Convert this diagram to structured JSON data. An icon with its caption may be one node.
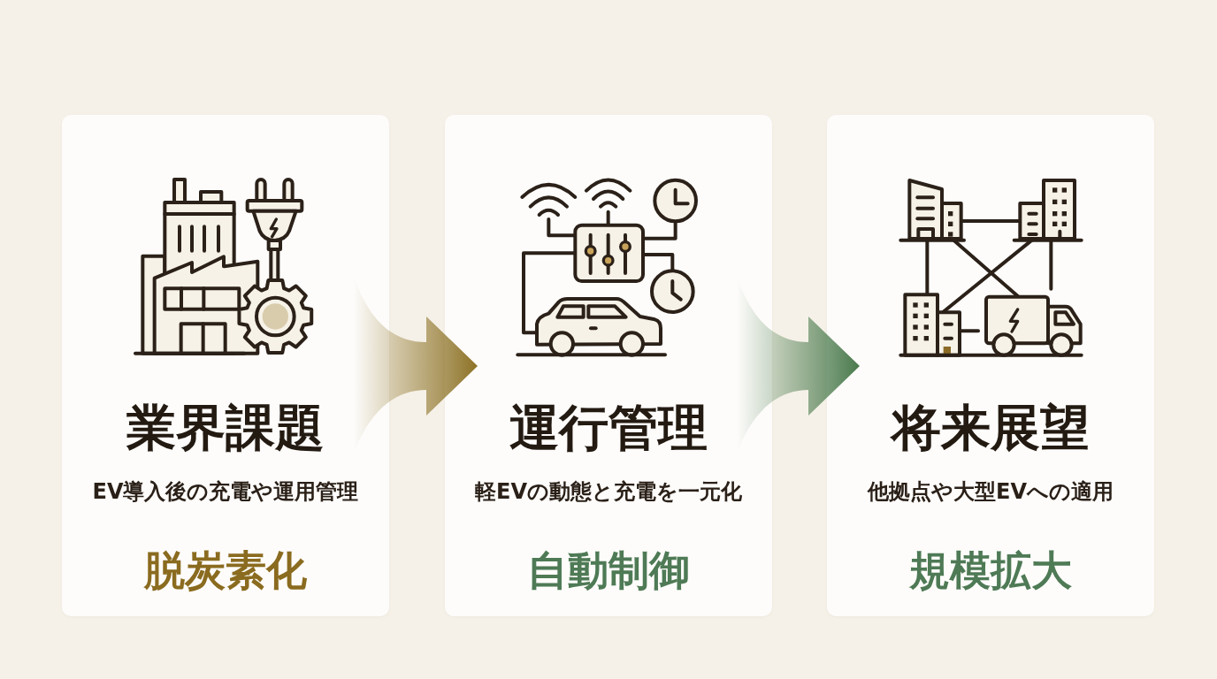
{
  "diagram": {
    "nodes": [
      {
        "text": [
          "業界課題",
          "EV導入後の充電や運用管理",
          "脱炭素化"
        ]
      },
      {
        "text": [
          "運行管理",
          "軽EVの動態と充電を一元化",
          "自動制御"
        ]
      },
      {
        "text": [
          "将来展望",
          "他拠点や大型EVへの適用",
          "規模拡大"
        ]
      }
    ],
    "edges": [
      {
        "from": 0,
        "to": 1,
        "arrow": "to",
        "color": "#8d7226"
      },
      {
        "from": 1,
        "to": 2,
        "arrow": "to",
        "color": "#4a7a4c"
      }
    ]
  }
}
